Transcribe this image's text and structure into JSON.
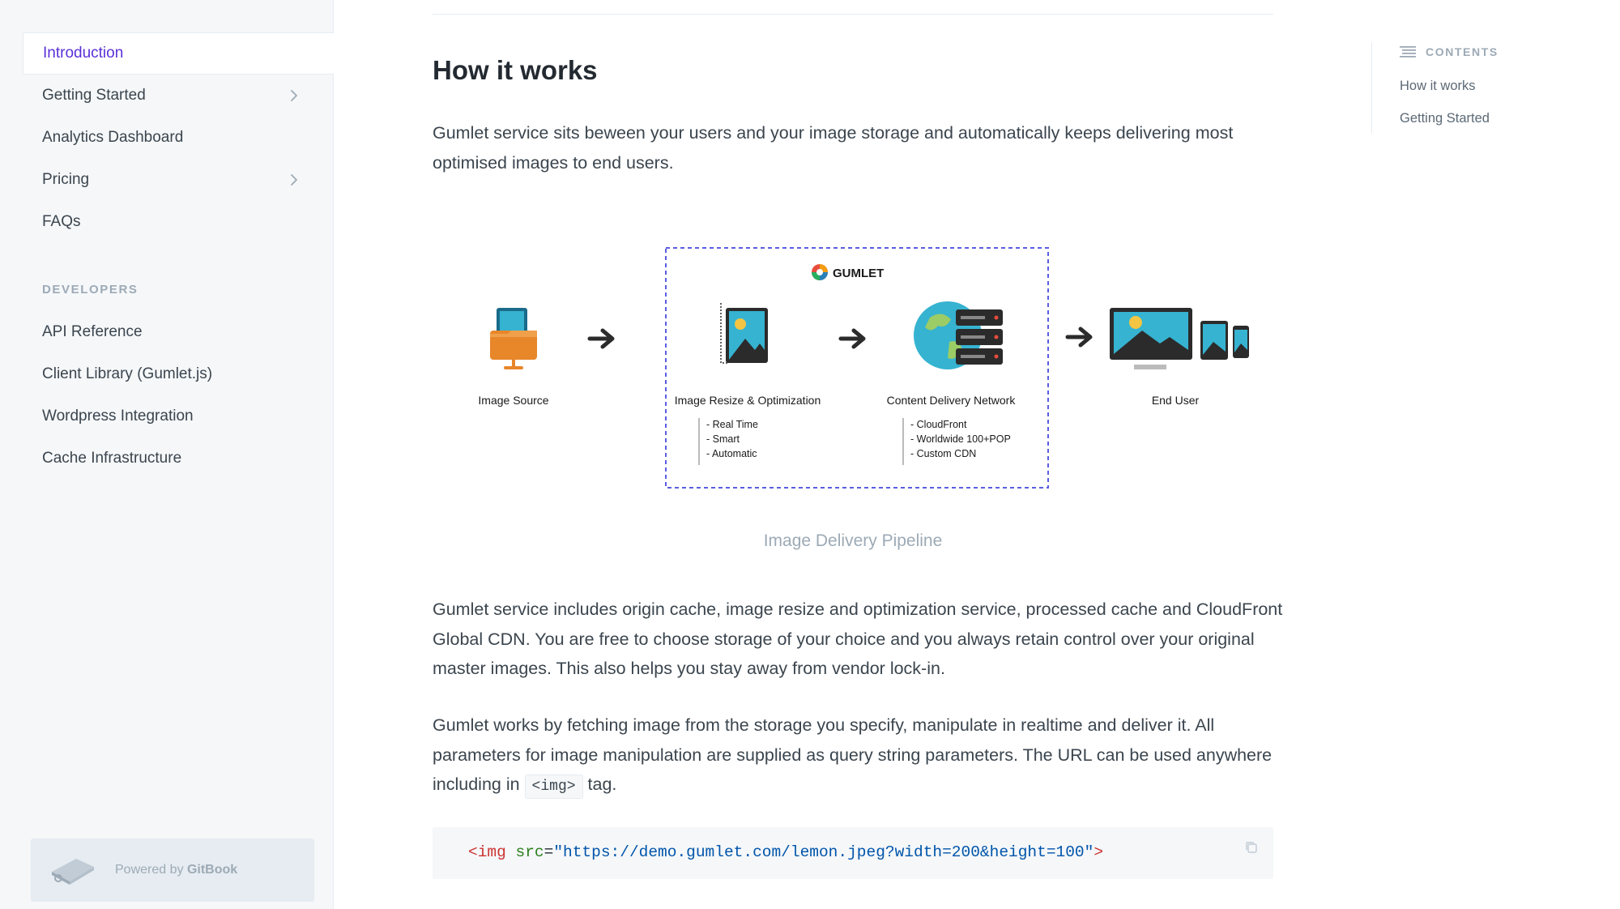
{
  "sidebar": {
    "items": [
      {
        "label": "Introduction",
        "active": true
      },
      {
        "label": "Getting Started",
        "expandable": true
      },
      {
        "label": "Analytics Dashboard"
      },
      {
        "label": "Pricing",
        "expandable": true
      },
      {
        "label": "FAQs"
      }
    ],
    "section_title": "DEVELOPERS",
    "dev_items": [
      {
        "label": "API Reference"
      },
      {
        "label": "Client Library (Gumlet.js)"
      },
      {
        "label": "Wordpress Integration"
      },
      {
        "label": "Cache Infrastructure"
      }
    ],
    "footer": {
      "prefix": "Powered by ",
      "brand": "GitBook"
    }
  },
  "main": {
    "title": "How it works",
    "p1": "Gumlet service sits beween your users and your image storage and automatically keeps delivering most optimised images to end users.",
    "diagram": {
      "logo": "GUMLET",
      "source_label": "Image Source",
      "resize_label": "Image Resize & Optimization",
      "resize_points": [
        "- Real Time",
        "- Smart",
        "- Automatic"
      ],
      "cdn_label": "Content Delivery Network",
      "cdn_points": [
        "- CloudFront",
        "- Worldwide 100+POP",
        "- Custom CDN"
      ],
      "end_label": "End User"
    },
    "caption": "Image Delivery Pipeline",
    "p2": "Gumlet service includes origin cache, image resize and optimization service, processed cache and CloudFront Global CDN. You are free to choose storage of your choice and you always retain control over your original master images. This also helps you stay away from vendor lock-in.",
    "p3_before": "Gumlet works by fetching image from the storage you specify, manipulate in realtime and deliver it. All parameters for image manipulation are supplied as query string parameters. The URL can be used anywhere including in ",
    "p3_code": "<img>",
    "p3_after": " tag.",
    "code": {
      "open": "<img",
      "attr": "src",
      "eq": "=",
      "value": "\"https://demo.gumlet.com/lemon.jpeg?width=200&height=100\"",
      "close": ">"
    }
  },
  "toc": {
    "title": "CONTENTS",
    "links": [
      "How it works",
      "Getting Started"
    ]
  },
  "colors": {
    "accent": "#5a30d8",
    "sidebar_bg": "#f5f7f9",
    "border": "#e6ecf1",
    "muted": "#9daab6"
  }
}
